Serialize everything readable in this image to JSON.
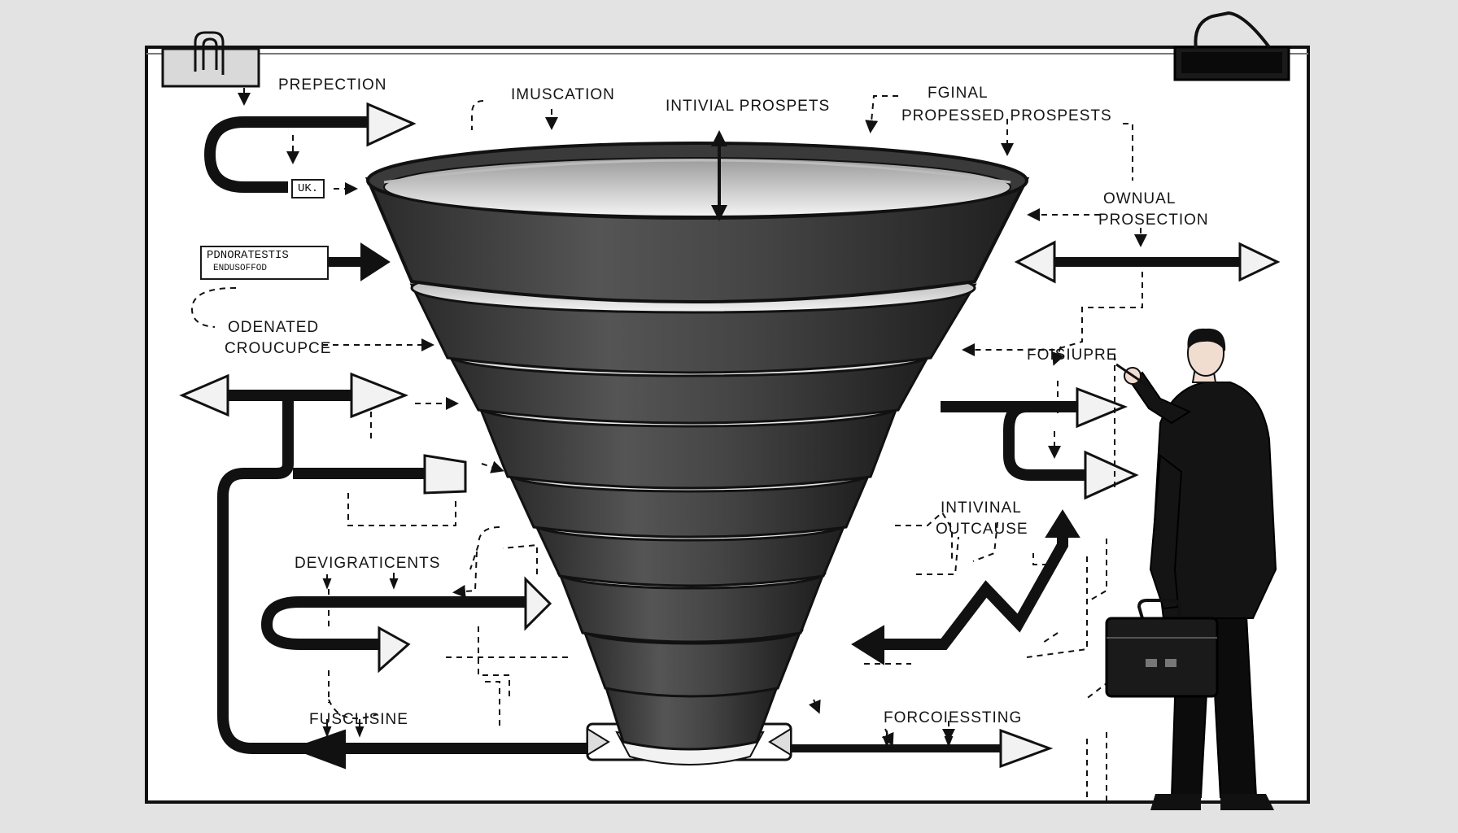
{
  "labels": {
    "prepection": "PREPECTION",
    "imuscation": "IMUSCATION",
    "intinal_prospects": "INTIVIAL PROSPETS",
    "fginal": "FGINAL",
    "proposed_prospects": "PROPESSED PROSPESTS",
    "uk_box": "UK.",
    "box_line1": "PDNORATESTIS",
    "box_line2": "ENDUSOFFOD",
    "ownual": "OWNUAL",
    "prosection": "PROSECTION",
    "odenated": "ODENATED",
    "croucupce": "CROUCUPCE",
    "foisiupre": "FOISIUPRE",
    "intivinal": "INTIVINAL",
    "outcause": "OUTCAUSE",
    "devigraticents": "DEVIGRATICENTS",
    "fusclisine": "FUSCLISINE",
    "forcoiessting": "FORCOIESSTING"
  },
  "colors": {
    "background": "#e3e3e3",
    "board": "#ffffff",
    "ink": "#111111",
    "funnel_dark": "#3a3a3a",
    "funnel_light": "#f2f2f2"
  }
}
